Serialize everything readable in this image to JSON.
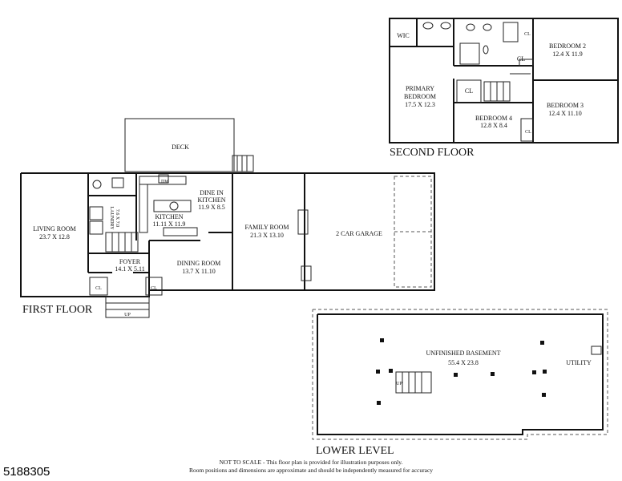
{
  "floors": {
    "second": {
      "title": "SECOND FLOOR",
      "rooms": {
        "wic": "WIC",
        "primary_name": "PRIMARY",
        "primary_name2": "BEDROOM",
        "primary_dim": "17.5 X 12.3",
        "bed2_name": "BEDROOM 2",
        "bed2_dim": "12.4 X 11.9",
        "bed3_name": "BEDROOM 3",
        "bed3_dim": "12.4 X 11.10",
        "bed4_name": "BEDROOM 4",
        "bed4_dim": "12.8 X 8.4",
        "cl": "CL"
      }
    },
    "first": {
      "title": "FIRST FLOOR",
      "rooms": {
        "deck": "DECK",
        "living_name": "LIVING ROOM",
        "living_dim": "23.7 X 12.8",
        "laundry_name": "LAUNDRY",
        "laundry_dim": "7.6 X 7.0",
        "kitchen_name": "KITCHEN",
        "kitchen_dim": "11.11 X 11.9",
        "dine_name": "DINE IN",
        "dine_name2": "KITCHEN",
        "dine_dim": "11.9 X 8.5",
        "family_name": "FAMILY ROOM",
        "family_dim": "21.3 X 13.10",
        "garage_name": "2 CAR GARAGE",
        "foyer_name": "FOYER",
        "foyer_dim": "14.1 X 5.11",
        "dining_name": "DINING ROOM",
        "dining_dim": "13.7 X 11.10",
        "cl": "CL",
        "dw": "DW",
        "up": "UP"
      }
    },
    "lower": {
      "title": "LOWER LEVEL",
      "rooms": {
        "basement_name": "UNFINISHED BASEMENT",
        "basement_dim": "55.4 X 23.8",
        "utility": "UTILITY",
        "up": "UP"
      }
    }
  },
  "listing_id": "5188305",
  "disclaimer": {
    "line1": "NOT TO SCALE - This floor plan is provided for illustration purposes only.",
    "line2": "Room positions and dimensions are approximate and should be independently measured for accuracy"
  }
}
